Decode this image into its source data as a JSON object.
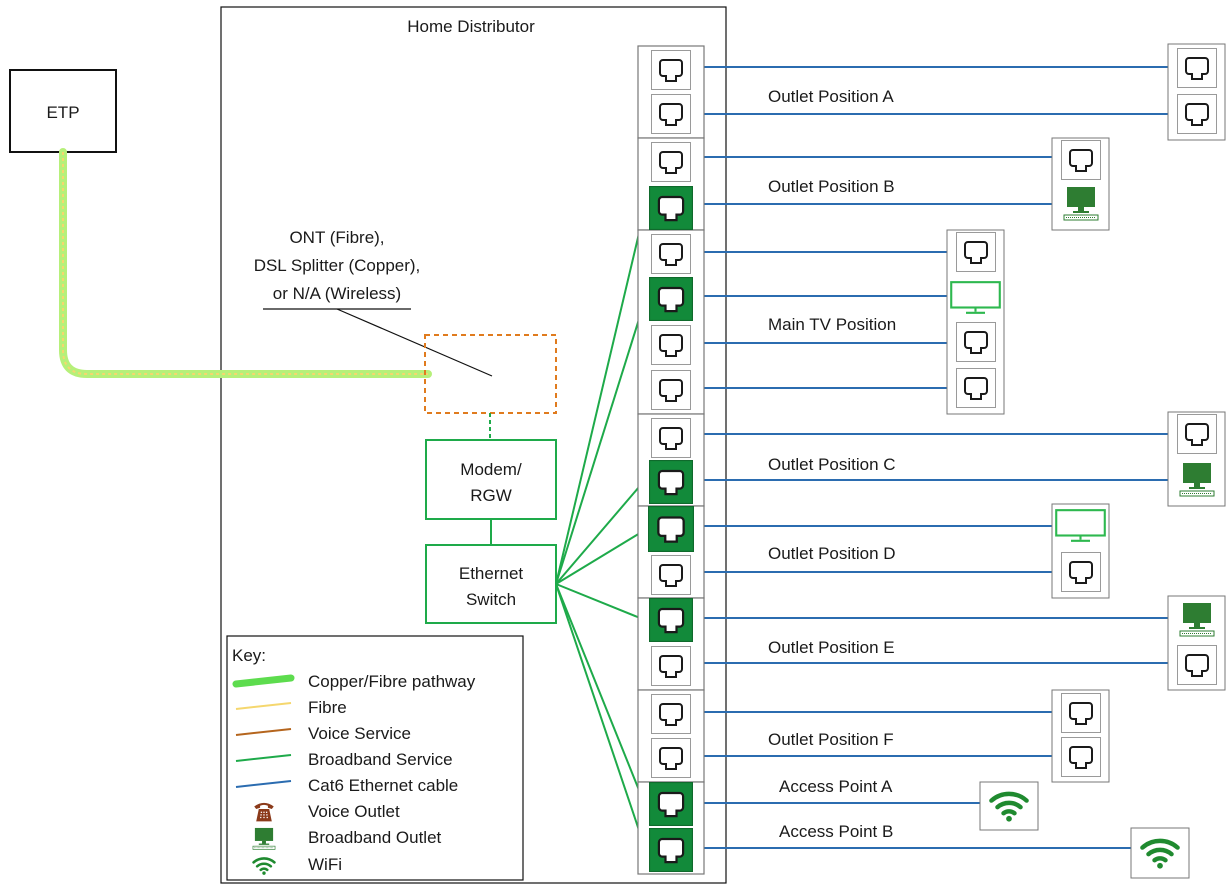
{
  "etp": {
    "label": "ETP"
  },
  "home_distributor": {
    "title": "Home Distributor"
  },
  "ont": {
    "line1": "ONT (Fibre),",
    "line2": "DSL Splitter (Copper),",
    "line3": "or N/A (Wireless)"
  },
  "modem": {
    "line1": "Modem/",
    "line2": "RGW"
  },
  "switch": {
    "line1": "Ethernet",
    "line2": "Switch"
  },
  "outlets": {
    "a": "Outlet Position A",
    "b": "Outlet Position B",
    "main_tv": "Main TV Position",
    "c": "Outlet Position C",
    "d": "Outlet Position D",
    "e": "Outlet Position E",
    "f": "Outlet Position F",
    "ap_a": "Access Point A",
    "ap_b": "Access Point B"
  },
  "key": {
    "title": "Key:",
    "copper_fibre": "Copper/Fibre pathway",
    "fibre": "Fibre",
    "voice_service": "Voice Service",
    "broadband_service": "Broadband Service",
    "cat6": "Cat6 Ethernet cable",
    "voice_outlet": "Voice Outlet",
    "broadband_outlet": "Broadband Outlet",
    "wifi": "WiFi"
  },
  "colors": {
    "copper_fibre_pathway": "#b6f07a",
    "fibre": "#f5d76e",
    "voice_service": "#b5651d",
    "broadband_service": "#1eaa4a",
    "cat6": "#2b6cb0",
    "ont_box": "#e07b1e",
    "port_active": "#128a3a",
    "device_green": "#2e7d32"
  }
}
